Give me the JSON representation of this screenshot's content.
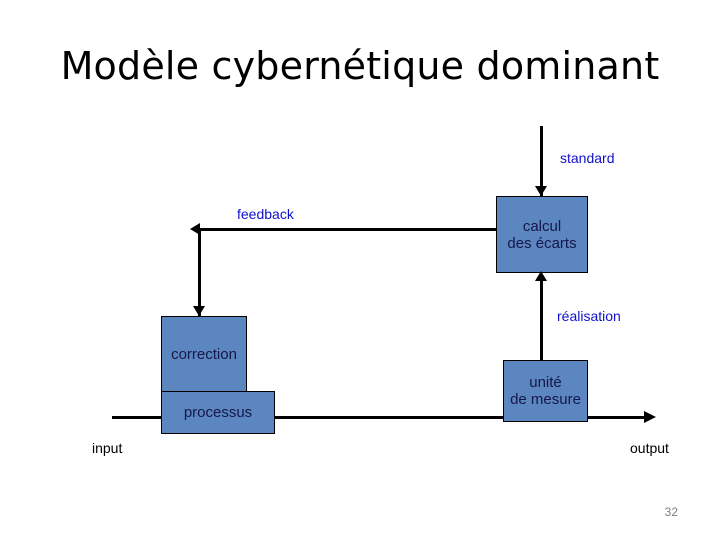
{
  "slide": {
    "title": "Modèle cybernétique dominant",
    "page_number": "32",
    "colors": {
      "box_fill": "#5b86c0",
      "box_border": "#000000",
      "box_text": "#16174a",
      "edge_label_text": "#1111cc",
      "io_label_text": "#000000",
      "line": "#000000",
      "page_number_text": "#808080",
      "background": "#ffffff"
    }
  },
  "diagram": {
    "type": "block-flow-diagram",
    "nodes": [
      {
        "id": "calcul",
        "label": "calcul\ndes écarts"
      },
      {
        "id": "correction",
        "label": "correction"
      },
      {
        "id": "processus",
        "label": "processus"
      },
      {
        "id": "unite",
        "label": "unité\nde mesure"
      }
    ],
    "edge_labels": [
      {
        "id": "standard",
        "label": "standard"
      },
      {
        "id": "feedback",
        "label": "feedback"
      },
      {
        "id": "realisation",
        "label": "réalisation"
      }
    ],
    "io_labels": [
      {
        "id": "input",
        "label": "input"
      },
      {
        "id": "output",
        "label": "output"
      }
    ]
  }
}
